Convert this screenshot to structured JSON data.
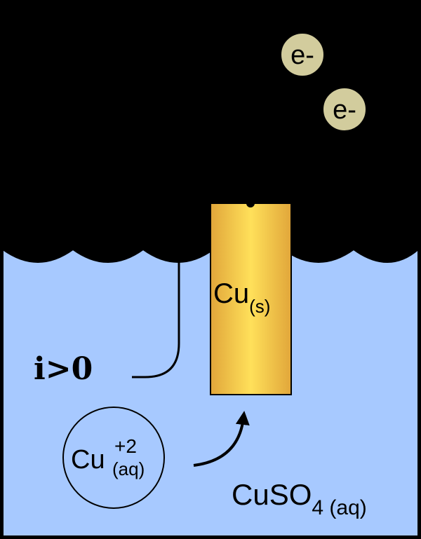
{
  "diagram": {
    "electrons": [
      {
        "label": "e-"
      },
      {
        "label": "e-"
      }
    ],
    "electrode": {
      "symbol": "Cu",
      "state": "(s)"
    },
    "current": {
      "label": "i>0"
    },
    "ion": {
      "symbol": "Cu",
      "charge": "+2",
      "state": "(aq)"
    },
    "solution": {
      "formula_main": "CuSO",
      "formula_subscript": "4 (aq)"
    },
    "colors": {
      "background": "#000000",
      "solution": "#a7c9ff",
      "electron": "#d2cc9d",
      "electrode_edge": "#e1a63a",
      "electrode_center": "#ffe05a",
      "ink": "#000000"
    }
  }
}
